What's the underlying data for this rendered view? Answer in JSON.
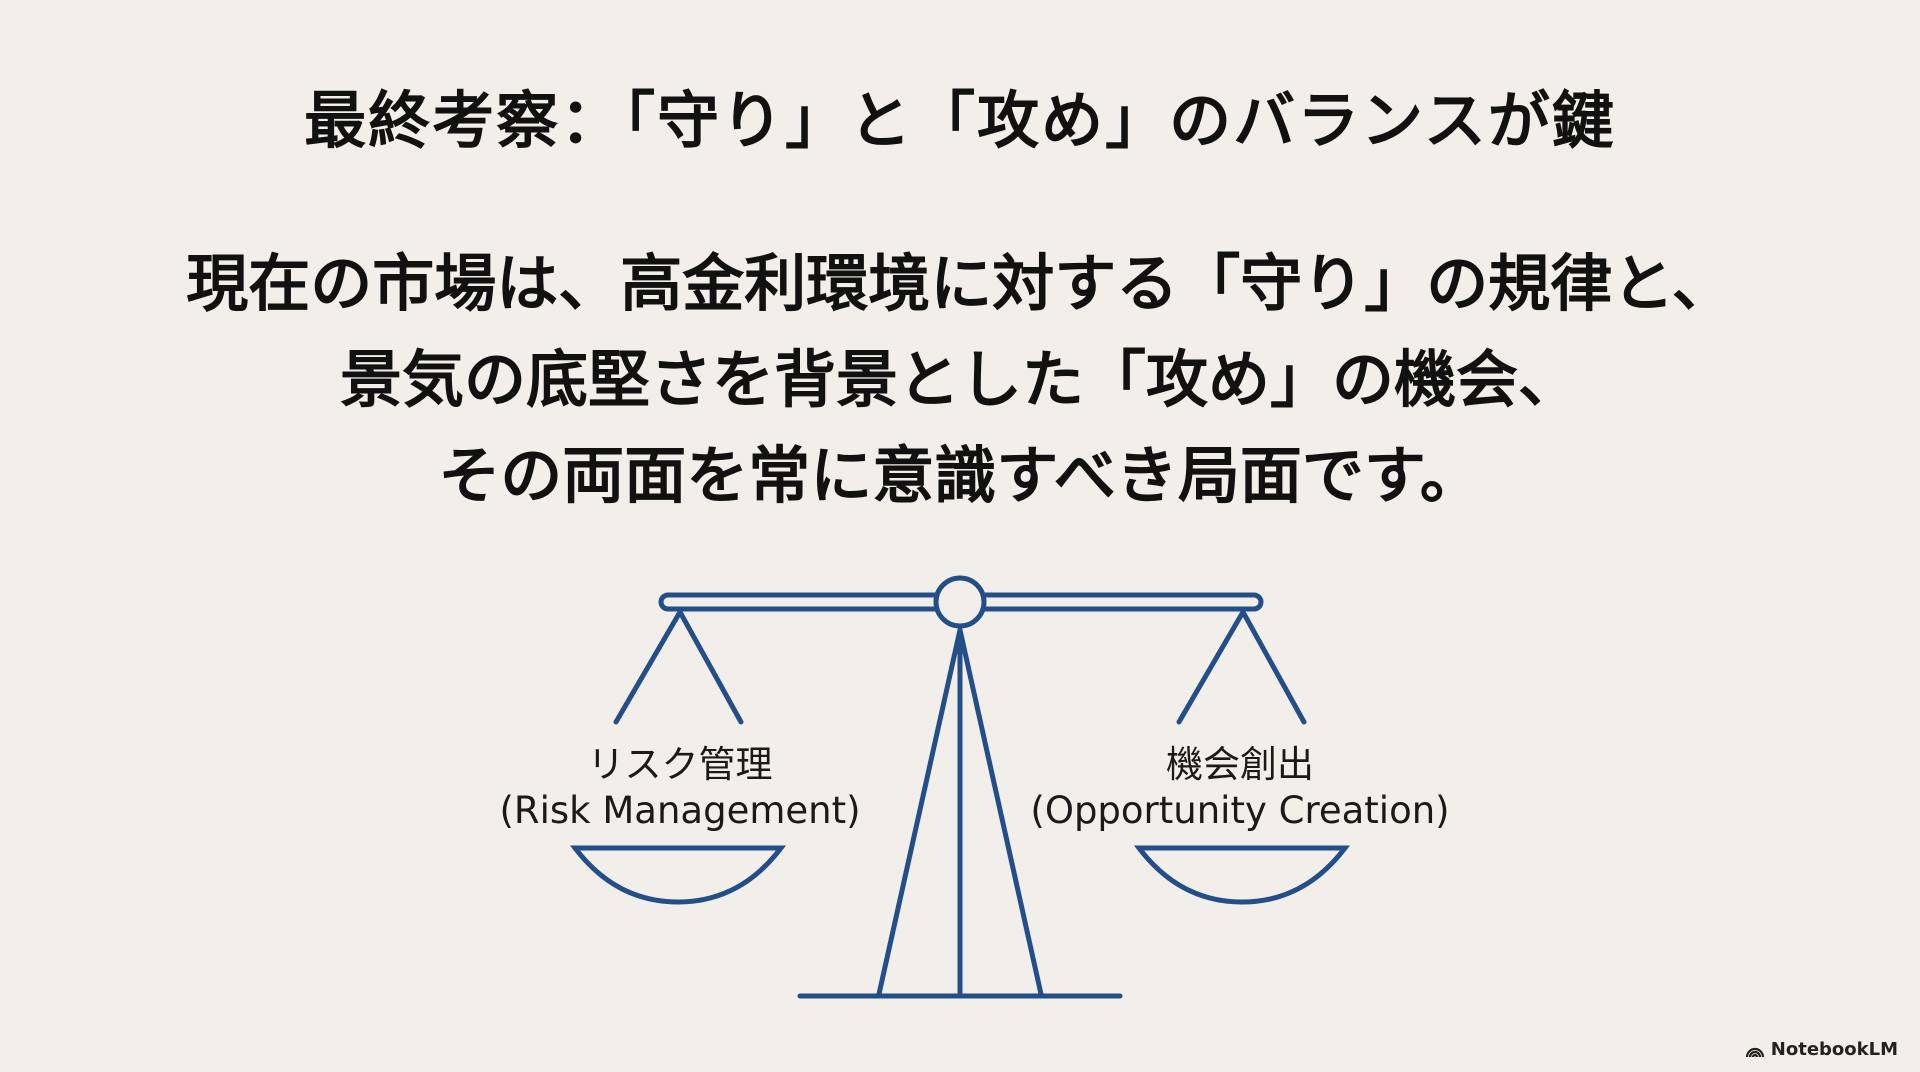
{
  "title": "最終考察：「守り」と「攻め」のバランスが鍵",
  "body_lines": [
    "現在の市場は、高金利環境に対する「守り」の規律と、",
    "景気の底堅さを背景とした「攻め」の機会、",
    "その両面を常に意識すべき局面です。"
  ],
  "scale": {
    "left": {
      "label_ja": "リスク管理",
      "label_en": "(Risk Management)"
    },
    "right": {
      "label_ja": "機会創出",
      "label_en": "(Opportunity Creation)"
    }
  },
  "brand": "NotebookLM",
  "colors": {
    "line": "#234e88",
    "background": "#f2efea"
  }
}
